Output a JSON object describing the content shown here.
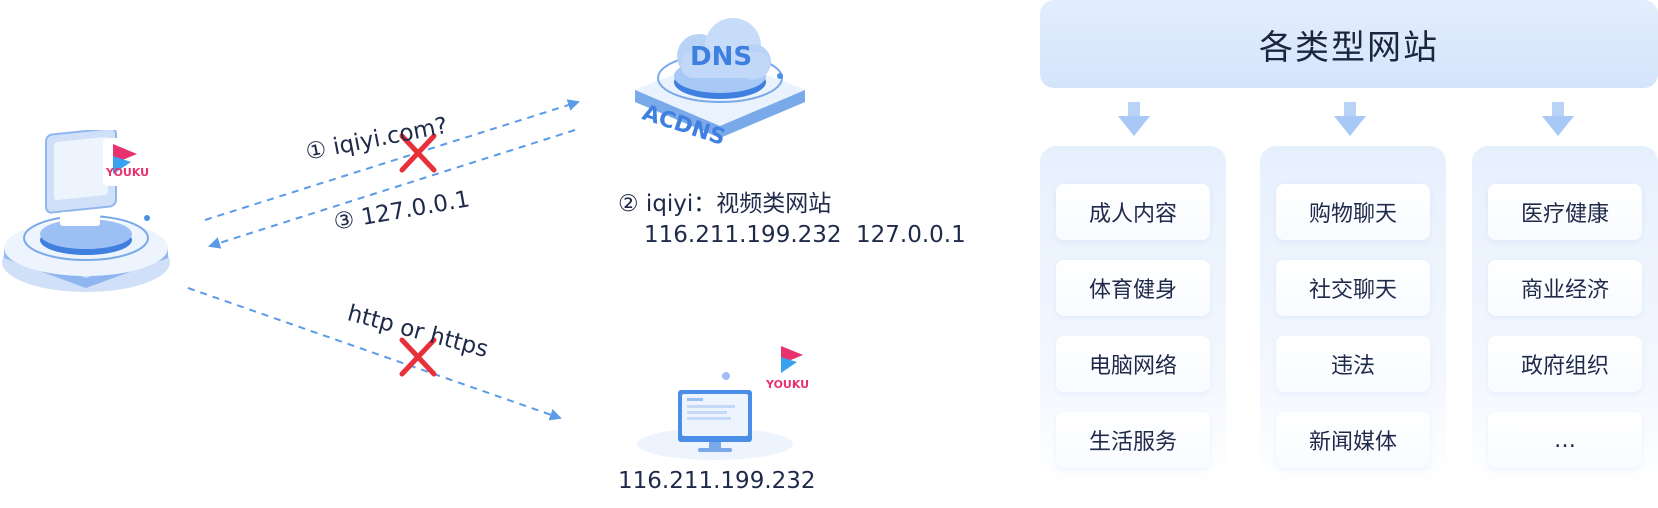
{
  "client": {
    "brand": "YOUKU"
  },
  "dns": {
    "cloud_label": "DNS",
    "base_label": "ACDNS"
  },
  "server": {
    "brand": "YOUKU",
    "ip": "116.211.199.232"
  },
  "flows": {
    "query": "① iqiyi.com?",
    "answer": "③ 127.0.0.1",
    "http": "http or https"
  },
  "dns_info": {
    "category": "② iqiyi：视频类网站",
    "real_ip": "116.211.199.232",
    "fake_ip": "127.0.0.1"
  },
  "panel": {
    "title": "各类型网站",
    "columns": [
      {
        "items": [
          "成人内容",
          "体育健身",
          "电脑网络",
          "生活服务"
        ]
      },
      {
        "items": [
          "购物聊天",
          "社交聊天",
          "违法",
          "新闻媒体"
        ]
      },
      {
        "items": [
          "医疗健康",
          "商业经济",
          "政府组织",
          "…"
        ]
      }
    ]
  },
  "colors": {
    "accent": "#4a8ee8",
    "blocked": "#e8303a",
    "dash": "#5b9be8"
  }
}
